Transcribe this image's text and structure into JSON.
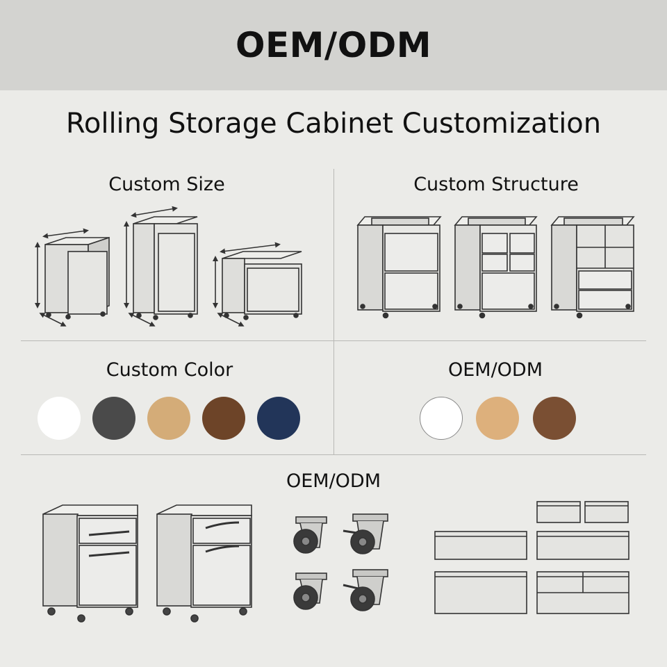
{
  "header": {
    "title": "OEM/ODM"
  },
  "subtitle": "Rolling Storage Cabinet Customization",
  "sections": {
    "size": {
      "label": "Custom Size"
    },
    "structure": {
      "label": "Custom Structure"
    },
    "color": {
      "label": "Custom Color"
    },
    "oem_colors": {
      "label": "OEM/ODM"
    },
    "components": {
      "label": "OEM/ODM"
    }
  },
  "colors": {
    "custom": [
      {
        "name": "white",
        "hex": "#ffffff"
      },
      {
        "name": "charcoal",
        "hex": "#4a4a4a"
      },
      {
        "name": "light-oak",
        "hex": "#d4ac78"
      },
      {
        "name": "walnut",
        "hex": "#6d4428"
      },
      {
        "name": "navy",
        "hex": "#223559"
      }
    ],
    "oem": [
      {
        "name": "white",
        "hex": "#ffffff"
      },
      {
        "name": "light-oak",
        "hex": "#ddb07c"
      },
      {
        "name": "walnut",
        "hex": "#7a4f33"
      }
    ]
  }
}
